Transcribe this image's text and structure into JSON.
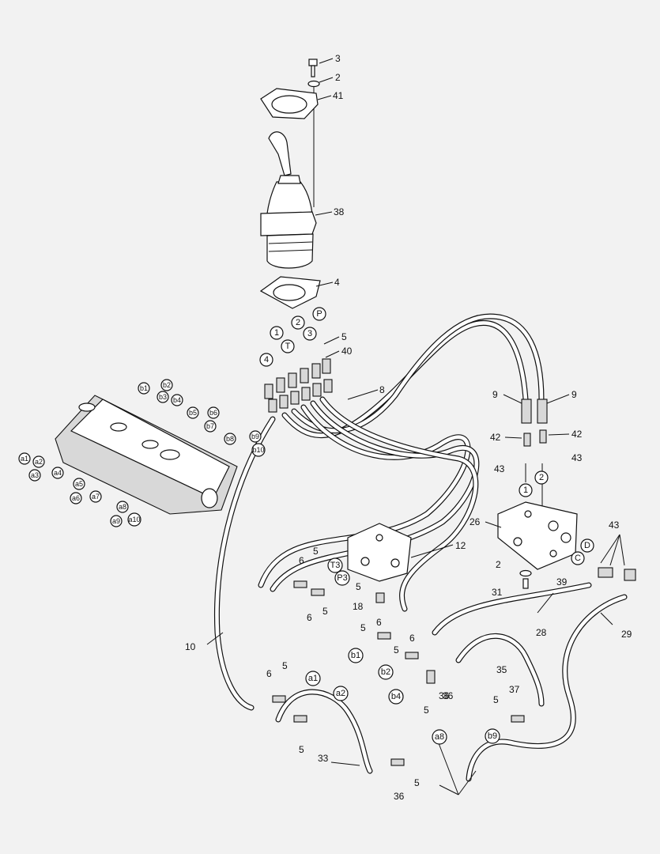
{
  "diagram": {
    "part_numbers": [
      "3",
      "2",
      "41",
      "38",
      "4",
      "5",
      "40",
      "8",
      "9",
      "9",
      "42",
      "42",
      "43",
      "43",
      "26",
      "43",
      "2",
      "31",
      "39",
      "28",
      "29",
      "12",
      "18",
      "5",
      "6",
      "5",
      "6",
      "5",
      "10",
      "6",
      "5",
      "6",
      "5",
      "5",
      "6",
      "5",
      "36",
      "5",
      "33",
      "36",
      "5",
      "35",
      "37",
      "5",
      "36"
    ],
    "circled_labels": [
      "P",
      "1",
      "2",
      "T",
      "3",
      "4",
      "1",
      "2",
      "D",
      "C",
      "T3",
      "P3",
      "b1",
      "b2",
      "b4",
      "a1",
      "a2",
      "a8",
      "b9"
    ],
    "valve_labels": [
      "b1",
      "b2",
      "b3",
      "b4",
      "b5",
      "b6",
      "b7",
      "b8",
      "b9",
      "b10",
      "a1",
      "a2",
      "a3",
      "a4",
      "a5",
      "a6",
      "a7",
      "a8",
      "a9",
      "a10"
    ]
  }
}
